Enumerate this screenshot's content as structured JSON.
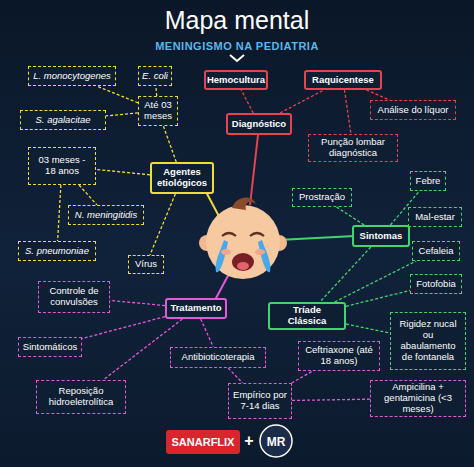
{
  "diagram": {
    "title": "Mapa mental",
    "nodes": [
      {
        "text": [
          "L. monocytogenes"
        ]
      },
      {
        "text": [
          "E. coli"
        ]
      },
      {
        "text": [
          "Até 03 meses"
        ]
      },
      {
        "text": [
          "S. agalacitae"
        ]
      },
      {
        "text": [
          "03 meses - 18 anos"
        ]
      },
      {
        "text": [
          "Agentes etiológicos"
        ]
      },
      {
        "text": [
          "N. meningitidis"
        ]
      },
      {
        "text": [
          "S. pneumoniae"
        ]
      },
      {
        "text": [
          "Vírus"
        ]
      },
      {
        "text": [
          "Hemocultura"
        ]
      },
      {
        "text": [
          "Raquicentese"
        ]
      },
      {
        "text": [
          "Análise do líquor"
        ]
      },
      {
        "text": [
          "Diagnóstico"
        ]
      },
      {
        "text": [
          "Punção lombar diagnóstica"
        ]
      },
      {
        "text": [
          "Febre"
        ]
      },
      {
        "text": [
          "Prostração"
        ]
      },
      {
        "text": [
          "Mal-estar"
        ]
      },
      {
        "text": [
          "Sintomas"
        ]
      },
      {
        "text": [
          "Cefaleia"
        ]
      },
      {
        "text": [
          "Fotofobia"
        ]
      },
      {
        "text": [
          "Tríade Clássica"
        ]
      },
      {
        "text": [
          "Rigidez nucal ou abaulamento de fontanela"
        ]
      },
      {
        "text": [
          "Controle de convulsões"
        ]
      },
      {
        "text": [
          "Tratamento"
        ]
      },
      {
        "text": [
          "Sintomáticos"
        ]
      },
      {
        "text": [
          "Antibioticoterapia"
        ]
      },
      {
        "text": [
          "Reposição hidroeletrolítica"
        ]
      },
      {
        "text": [
          "Ceftriaxone (até 18 anos)"
        ]
      },
      {
        "text": [
          "Empírico por 7-14 dias"
        ]
      },
      {
        "text": [
          "Ampicilina + gentamicina (<3 meses)"
        ]
      }
    ],
    "edges": [
      {
        "from": 5,
        "to": 2,
        "arrow": "none"
      },
      {
        "from": 2,
        "to": 0,
        "arrow": "none"
      },
      {
        "from": 2,
        "to": 1,
        "arrow": "none"
      },
      {
        "from": 2,
        "to": 3,
        "arrow": "none"
      },
      {
        "from": 5,
        "to": 4,
        "arrow": "none"
      },
      {
        "from": 4,
        "to": 6,
        "arrow": "none"
      },
      {
        "from": 4,
        "to": 7,
        "arrow": "none"
      },
      {
        "from": 5,
        "to": 8,
        "arrow": "none"
      },
      {
        "from": 12,
        "to": 9,
        "arrow": "none"
      },
      {
        "from": 12,
        "to": 10,
        "arrow": "none"
      },
      {
        "from": 10,
        "to": 11,
        "arrow": "none"
      },
      {
        "from": 10,
        "to": 13,
        "arrow": "none"
      },
      {
        "from": 17,
        "to": 15,
        "arrow": "none"
      },
      {
        "from": 17,
        "to": 14,
        "arrow": "none"
      },
      {
        "from": 17,
        "to": 16,
        "arrow": "none"
      },
      {
        "from": 17,
        "to": 20,
        "arrow": "none"
      },
      {
        "from": 20,
        "to": 18,
        "arrow": "none"
      },
      {
        "from": 20,
        "to": 19,
        "arrow": "none"
      },
      {
        "from": 20,
        "to": 21,
        "arrow": "none"
      },
      {
        "from": 23,
        "to": 22,
        "arrow": "none"
      },
      {
        "from": 23,
        "to": 24,
        "arrow": "none"
      },
      {
        "from": 23,
        "to": 26,
        "arrow": "none"
      },
      {
        "from": 23,
        "to": 25,
        "arrow": "none"
      },
      {
        "from": 25,
        "to": 28,
        "arrow": "none"
      },
      {
        "from": 28,
        "to": 27,
        "arrow": "none"
      },
      {
        "from": 28,
        "to": 29,
        "arrow": "none"
      }
    ],
    "labels": [
      "MENINGISMO NA PEDIATRIA",
      "SANARFLIX",
      "+",
      "MR"
    ]
  }
}
